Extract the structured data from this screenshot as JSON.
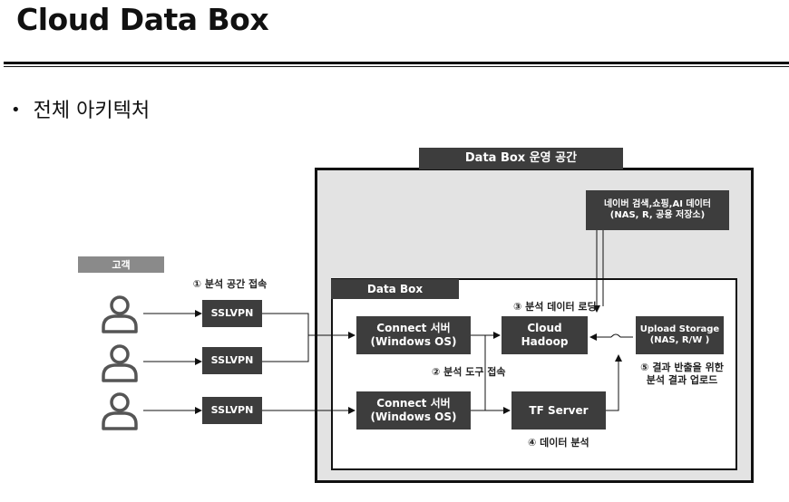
{
  "title": "Cloud Data Box",
  "bullet": "전체 아키텍처",
  "customer_label": "고객",
  "step1_label": "① 분석 공간 접속",
  "vpn_label": "SSLVPN",
  "outer_space_label": "Data Box 운영 공간",
  "inner_box_label": "Data Box",
  "naver_storage": {
    "line1": "네이버 검색,쇼핑,AI 데이터",
    "line2": "(NAS, R, 공용 저장소)"
  },
  "connect_server_1": {
    "line1": "Connect 서버",
    "line2": "(Windows OS)"
  },
  "connect_server_2": {
    "line1": "Connect 서버",
    "line2": "(Windows OS)"
  },
  "hadoop": {
    "line1": "Cloud",
    "line2": "Hadoop"
  },
  "upload_storage": {
    "line1": "Upload Storage",
    "line2": "(NAS, R/W )"
  },
  "tf_server": "TF Server",
  "step2_label": "② 분석 도구 접속",
  "step3_label": "③ 분석 데이터 로딩",
  "step4_label": "④ 데이터 분석",
  "step5": {
    "line1": "⑤ 결과 반출을 위한",
    "line2": "분석 결과 업로드"
  },
  "colors": {
    "dark_box": "#3d3d3d",
    "customer_tag": "#8a8a8a",
    "outer_space": "#e3e3e3"
  },
  "icons": [
    "user-icon"
  ]
}
